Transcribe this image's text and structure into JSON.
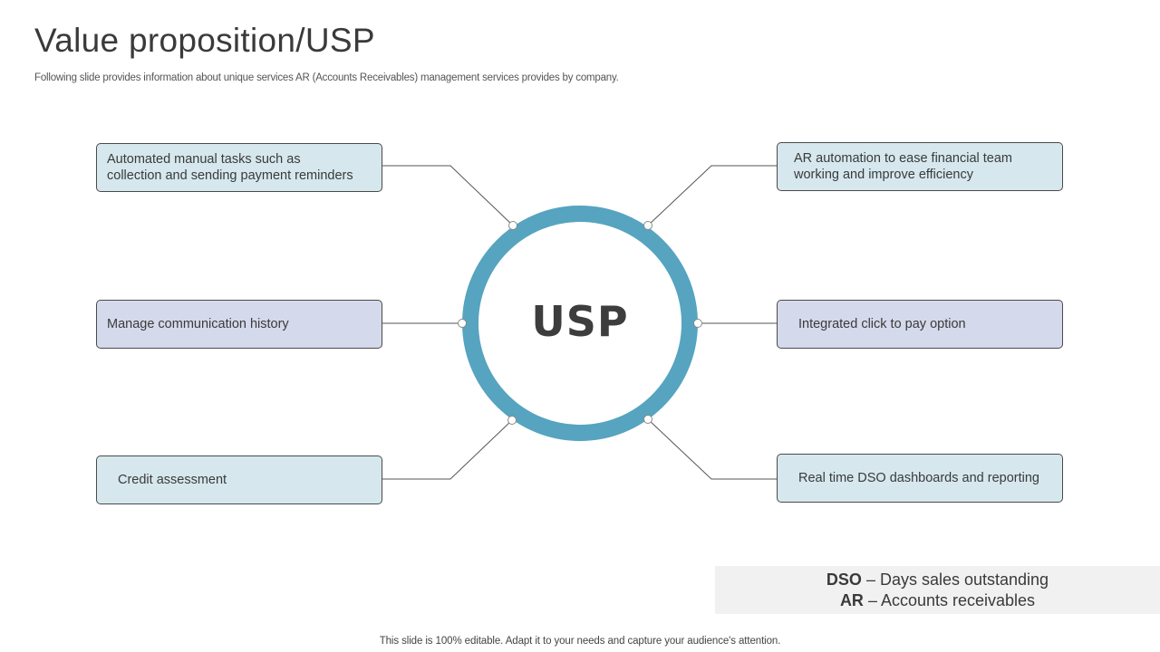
{
  "title": "Value proposition/USP",
  "subtitle": "Following slide provides information about unique services AR (Accounts Receivables) management services provides by company.",
  "center": {
    "label": "USP",
    "ring_color": "#56a4bf"
  },
  "boxes": {
    "left": [
      {
        "text": "Automated manual tasks such as\ncollection and sending payment reminders",
        "color": "#d6e8ee"
      },
      {
        "text": "Manage  communication history",
        "color": "#d5d9ec"
      },
      {
        "text": "Credit assessment",
        "color": "#d6e8ee"
      }
    ],
    "right": [
      {
        "text": "AR automation to ease financial team\nworking and improve efficiency",
        "color": "#d6e8ee"
      },
      {
        "text": "Integrated click to pay option",
        "color": "#d5d9ec"
      },
      {
        "text": "Real time DSO dashboards and reporting",
        "color": "#d6e8ee"
      }
    ]
  },
  "legend": {
    "dso_abbr": "DSO",
    "dso_sep": " – ",
    "dso_text": "Days sales outstanding",
    "ar_abbr": "AR",
    "ar_sep": " – ",
    "ar_text": "Accounts receivables"
  },
  "footer": "This slide is 100% editable. Adapt it to your needs and capture your audience's attention."
}
